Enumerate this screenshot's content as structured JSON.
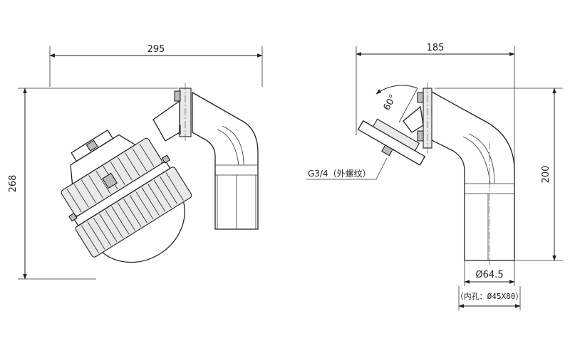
{
  "dimensions": {
    "front_width": "295",
    "front_height": "268",
    "side_width": "185",
    "side_height": "200",
    "angle": "60°",
    "pipe_diameter": "Ø64.5",
    "inner_hole": "（内孔：Ø45X80）"
  },
  "notes": {
    "thread": "G3/4（外螺纹）"
  }
}
